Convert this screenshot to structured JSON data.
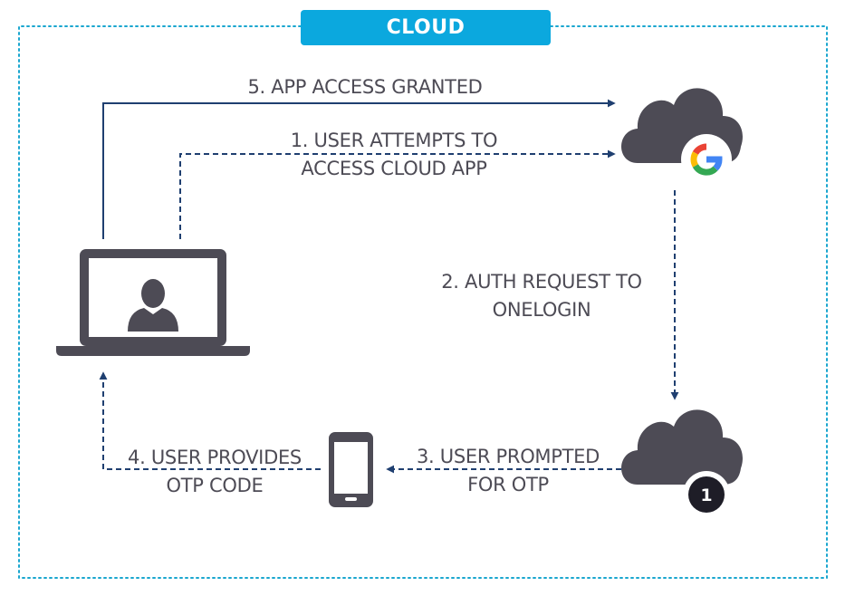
{
  "banner": {
    "label": "CLOUD"
  },
  "steps": {
    "step1": {
      "line1": "1. USER ATTEMPTS TO",
      "line2": "ACCESS CLOUD APP"
    },
    "step2": {
      "line1": "2. AUTH REQUEST TO",
      "line2": "ONELOGIN"
    },
    "step3": {
      "line1": "3. USER PROMPTED",
      "line2": "FOR OTP"
    },
    "step4": {
      "line1": "4. USER PROVIDES",
      "line2": "OTP CODE"
    },
    "step5": {
      "line1": "5. APP ACCESS GRANTED"
    }
  },
  "onelogin_badge": {
    "text": "1"
  },
  "icons": {
    "laptop": "laptop-user-icon",
    "phone": "smartphone-icon",
    "google_cloud": "google-cloud-icon",
    "onelogin_cloud": "onelogin-cloud-icon"
  },
  "colors": {
    "banner": "#0ba8de",
    "boundary": "#1aa6cf",
    "arrow": "#1f3f70",
    "icon": "#4d4b55",
    "badge": "#1e1d27",
    "google_blue": "#4285f4",
    "google_red": "#ea4335",
    "google_yellow": "#fbbc05",
    "google_green": "#34a853"
  }
}
